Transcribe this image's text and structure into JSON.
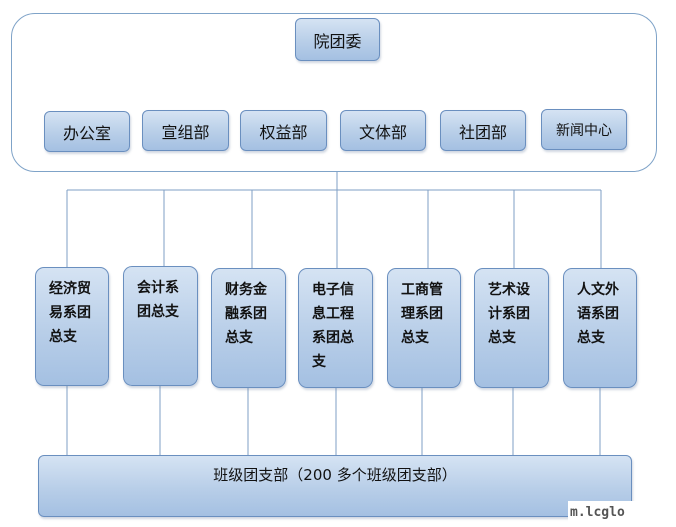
{
  "top": {
    "label": "院团委"
  },
  "departments": [
    {
      "label": "办公室"
    },
    {
      "label": "宣组部"
    },
    {
      "label": "权益部"
    },
    {
      "label": "文体部"
    },
    {
      "label": "社团部"
    },
    {
      "label": "新闻中心"
    }
  ],
  "branches": [
    {
      "label": "经济贸\n易系团\n总支"
    },
    {
      "label": "会计系\n团总支"
    },
    {
      "label": "财务金\n融系团\n总支"
    },
    {
      "label": "电子信\n息工程\n系团总\n支"
    },
    {
      "label": "工商管\n理系团\n总支"
    },
    {
      "label": "艺术设\n计系团\n总支"
    },
    {
      "label": "人文外\n语系团\n总支"
    }
  ],
  "bottom": {
    "label": "班级团支部（200 多个班级团支部）"
  },
  "watermark": "m.lcglo",
  "colors": {
    "node_fill": "#b8cee8",
    "node_border": "#6a8fbf",
    "line": "#7f9fc4"
  }
}
